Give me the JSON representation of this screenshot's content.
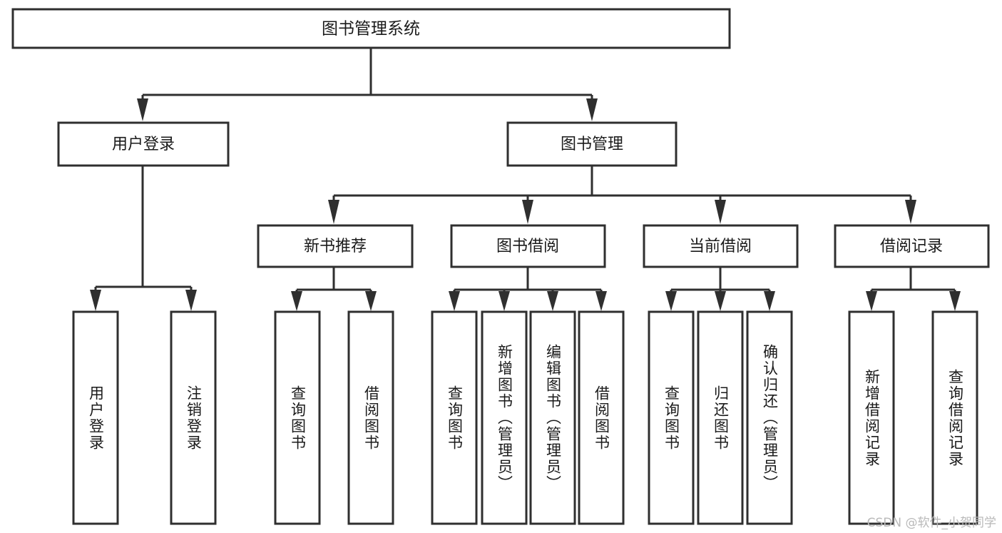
{
  "diagram": {
    "type": "tree-hierarchy",
    "title": "图书管理系统",
    "watermark": "CSDN @软件_小贺同学",
    "colors": {
      "stroke": "#2f2f2f",
      "fill": "#ffffff",
      "text": "#1a1a1a",
      "watermark": "#b9b9b9",
      "background": "#ffffff"
    },
    "levels": {
      "root": "图书管理系统",
      "level2": [
        "用户登录",
        "图书管理"
      ],
      "level3": [
        "新书推荐",
        "图书借阅",
        "当前借阅",
        "借阅记录"
      ]
    },
    "nodes": {
      "root": {
        "id": "root",
        "label": "图书管理系统",
        "orientation": "horizontal"
      },
      "user_login": {
        "id": "user_login",
        "label": "用户登录",
        "orientation": "horizontal"
      },
      "book_manage": {
        "id": "book_manage",
        "label": "图书管理",
        "orientation": "horizontal"
      },
      "new_book_rec": {
        "id": "new_book_rec",
        "label": "新书推荐",
        "orientation": "horizontal"
      },
      "book_borrow": {
        "id": "book_borrow",
        "label": "图书借阅",
        "orientation": "horizontal"
      },
      "current_borrow": {
        "id": "current_borrow",
        "label": "当前借阅",
        "orientation": "horizontal"
      },
      "borrow_record": {
        "id": "borrow_record",
        "label": "借阅记录",
        "orientation": "horizontal"
      },
      "leaf_1": {
        "id": "leaf_1",
        "label": "用户登录",
        "orientation": "vertical",
        "parent": "user_login"
      },
      "leaf_2": {
        "id": "leaf_2",
        "label": "注销登录",
        "orientation": "vertical",
        "parent": "user_login"
      },
      "leaf_3": {
        "id": "leaf_3",
        "label": "查询图书",
        "orientation": "vertical",
        "parent": "new_book_rec"
      },
      "leaf_4": {
        "id": "leaf_4",
        "label": "借阅图书",
        "orientation": "vertical",
        "parent": "new_book_rec"
      },
      "leaf_5": {
        "id": "leaf_5",
        "label": "查询图书",
        "orientation": "vertical",
        "parent": "book_borrow"
      },
      "leaf_6": {
        "id": "leaf_6",
        "label": "新增图书（管理员）",
        "orientation": "vertical",
        "parent": "book_borrow"
      },
      "leaf_7": {
        "id": "leaf_7",
        "label": "编辑图书（管理员）",
        "orientation": "vertical",
        "parent": "book_borrow"
      },
      "leaf_8": {
        "id": "leaf_8",
        "label": "借阅图书",
        "orientation": "vertical",
        "parent": "book_borrow"
      },
      "leaf_9": {
        "id": "leaf_9",
        "label": "查询图书",
        "orientation": "vertical",
        "parent": "current_borrow"
      },
      "leaf_10": {
        "id": "leaf_10",
        "label": "归还图书",
        "orientation": "vertical",
        "parent": "current_borrow"
      },
      "leaf_11": {
        "id": "leaf_11",
        "label": "确认归还（管理员）",
        "orientation": "vertical",
        "parent": "current_borrow"
      },
      "leaf_12": {
        "id": "leaf_12",
        "label": "新增借阅记录",
        "orientation": "vertical",
        "parent": "borrow_record"
      },
      "leaf_13": {
        "id": "leaf_13",
        "label": "查询借阅记录",
        "orientation": "vertical",
        "parent": "borrow_record"
      }
    }
  }
}
